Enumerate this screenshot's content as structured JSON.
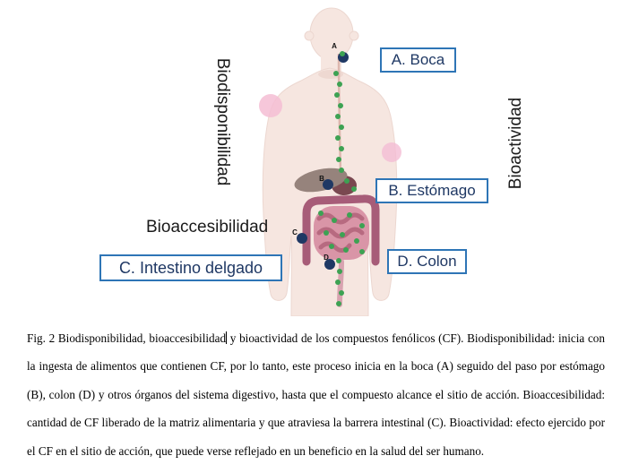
{
  "figure": {
    "vertical_label_left": "Biodisponibilidad",
    "vertical_label_right": "Bioactividad",
    "label_bioaccesibilidad": "Bioaccesibilidad",
    "callouts": {
      "boca": "A. Boca",
      "estomago": "B. Estómago",
      "intestino": "C. Intestino delgado",
      "colon": "D. Colon"
    },
    "markers": {
      "a": "A",
      "b": "B",
      "c": "C",
      "d": "D"
    },
    "colors": {
      "callout_border": "#2e75b6",
      "callout_text": "#1f3864",
      "label_text": "#1a1a1a",
      "dot_green": "#3da253",
      "marker_navy": "#1f3864",
      "skin": "#f6e6e0",
      "pink_spot": "#f4bdd4",
      "liver": "#96837c",
      "stomach": "#7a4850",
      "small_intestine": "#d995a7",
      "colon": "#a75c78"
    }
  },
  "caption": {
    "part1": "Fig. 2 Biodisponibilidad, bioaccesibilidad",
    "part2": " y bioactividad de los compuestos fenólicos (CF). Biodisponibilidad: inicia con la ingesta de alimentos que contienen CF, por lo tanto, este proceso inicia en la boca (A) seguido del paso por estómago (B), colon (D) y otros órganos del sistema digestivo, hasta que el compuesto alcance el sitio de acción. Bioaccesibilidad: cantidad de CF liberado de la matriz alimentaria y que atraviesa la barrera intestinal (C). Bioactividad: efecto ejercido por el CF en el sitio de acción, que puede verse reflejado en un beneficio en la salud del ser humano."
  }
}
